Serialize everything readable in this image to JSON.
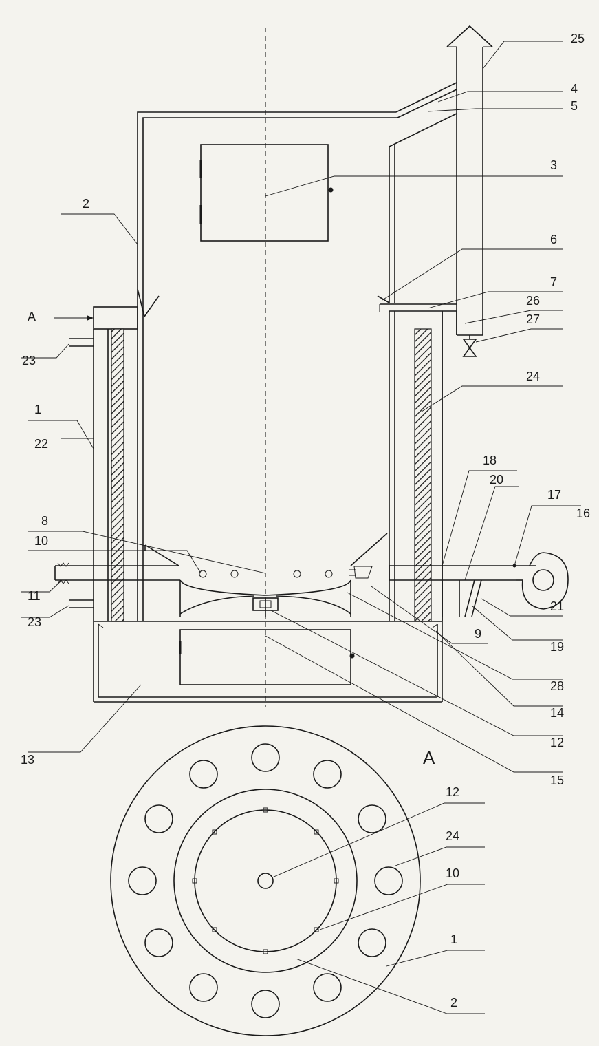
{
  "section_marker": "A",
  "view_label": "A",
  "callouts": {
    "c1": "1",
    "c2": "2",
    "c3": "3",
    "c4": "4",
    "c5": "5",
    "c6": "6",
    "c7": "7",
    "c8": "8",
    "c9": "9",
    "c10": "10",
    "c11": "11",
    "c12": "12",
    "c13": "13",
    "c14": "14",
    "c15": "15",
    "c16": "16",
    "c17": "17",
    "c18": "18",
    "c19": "19",
    "c20": "20",
    "c21": "21",
    "c22": "22",
    "c23a": "23",
    "c23b": "23",
    "c24": "24",
    "c25": "25",
    "c26": "26",
    "c27": "27",
    "c28": "28",
    "v12": "12",
    "v24": "24",
    "v10": "10",
    "v1": "1",
    "v2": "2"
  },
  "colors": {
    "ink": "#1a1a1a",
    "paper": "#f4f3ee"
  }
}
